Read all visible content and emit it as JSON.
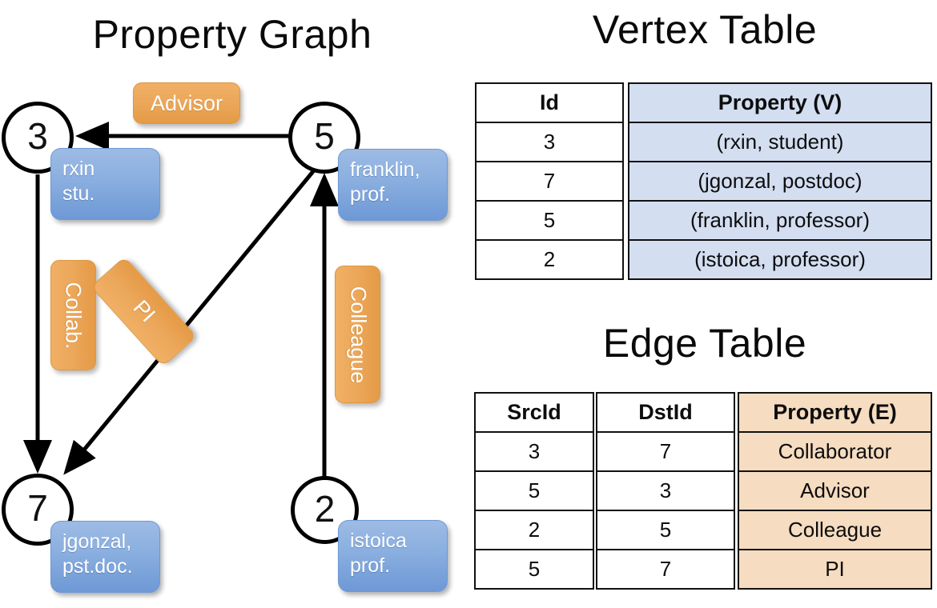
{
  "titles": {
    "property_graph": "Property Graph",
    "vertex_table": "Vertex Table",
    "edge_table": "Edge Table"
  },
  "graph": {
    "vertices": [
      {
        "id": "3",
        "prop_lines": [
          "rxin",
          "stu."
        ]
      },
      {
        "id": "5",
        "prop_lines": [
          "franklin,",
          "prof."
        ]
      },
      {
        "id": "7",
        "prop_lines": [
          "jgonzal,",
          "pst.doc."
        ]
      },
      {
        "id": "2",
        "prop_lines": [
          "istoica",
          "prof."
        ]
      }
    ],
    "edge_labels": [
      {
        "text": "Advisor",
        "orientation": "horizontal"
      },
      {
        "text": "Collab.",
        "orientation": "vertical"
      },
      {
        "text": "PI",
        "orientation": "diagonal"
      },
      {
        "text": "Colleague",
        "orientation": "vertical"
      }
    ]
  },
  "vertex_table": {
    "headers": [
      "Id",
      "Property (V)"
    ],
    "rows": [
      {
        "id": "3",
        "property": "(rxin, student)"
      },
      {
        "id": "7",
        "property": "(jgonzal, postdoc)"
      },
      {
        "id": "5",
        "property": "(franklin, professor)"
      },
      {
        "id": "2",
        "property": "(istoica, professor)"
      }
    ]
  },
  "edge_table": {
    "headers": [
      "SrcId",
      "DstId",
      "Property (E)"
    ],
    "rows": [
      {
        "src": "3",
        "dst": "7",
        "property": "Collaborator"
      },
      {
        "src": "5",
        "dst": "3",
        "property": "Advisor"
      },
      {
        "src": "2",
        "dst": "5",
        "property": "Colleague"
      },
      {
        "src": "5",
        "dst": "7",
        "property": "PI"
      }
    ]
  },
  "colors": {
    "vertex_header_fill": "#d3def1",
    "edge_header_fill": "#f6dcc0",
    "vertex_callout": "#8cb0e0",
    "edge_callout": "#eca85c",
    "stroke": "#000000"
  }
}
